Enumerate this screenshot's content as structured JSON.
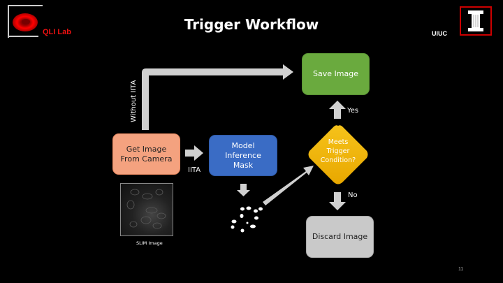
{
  "header": {
    "lab_name": "QLI Lab",
    "title": "Trigger Workflow",
    "institution": "UIUC"
  },
  "nodes": {
    "get_image": "Get Image From Camera",
    "get_image_line1": "Get Image",
    "get_image_line2": "From Camera",
    "model_line1": "Model",
    "model_line2": "Inference",
    "model_line3": "Mask",
    "decision_line1": "Meets",
    "decision_line2": "Trigger",
    "decision_line3": "Condition?",
    "save": "Save Image",
    "discard": "Discard Image"
  },
  "edge_labels": {
    "without_iita": "Without IITA",
    "iita": "IITA",
    "yes": "Yes",
    "no": "No"
  },
  "image_caption": "SLIM Image",
  "page_number": "11",
  "colors": {
    "get_image": "#f4a27f",
    "model": "#3a6cc5",
    "decision": "#f5b800",
    "save": "#6aaa3e",
    "discard": "#c9c9c9",
    "arrow": "#d0d0d0",
    "lab_red": "#e11111"
  }
}
